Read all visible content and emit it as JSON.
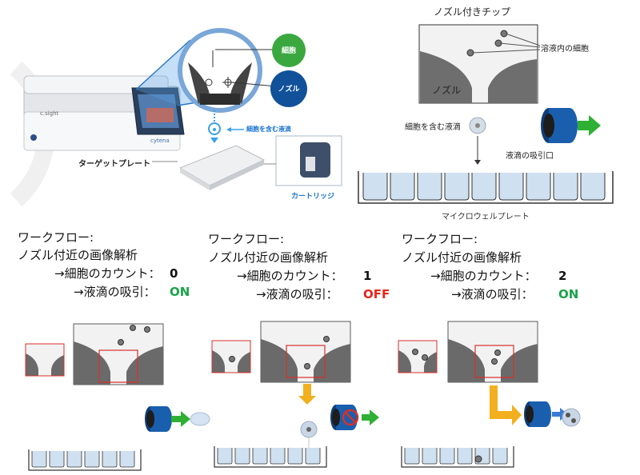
{
  "instrument": {
    "brand_label": "c.sight",
    "logo_label": "cytena",
    "bubble_cell": "細胞",
    "bubble_nozzle": "ノズル",
    "droplet_label": "細胞を含む液滴",
    "target_plate_label": "ターゲットプレート",
    "cartridge_label": "カートリッジ"
  },
  "chip_panel": {
    "title": "ノズル付きチップ",
    "cells_in_solution": "溶液内の細胞",
    "nozzle": "ノズル",
    "droplet_with_cell": "細胞を含む液滴",
    "suction_port": "液滴の吸引口",
    "microwell_plate": "マイクロウェルプレート"
  },
  "workflows": [
    {
      "header": "ワークフロー:",
      "subheader": "ノズル付近の画像解析",
      "count_label": "→細胞のカウント：",
      "count_value": "0",
      "suction_label": "→液滴の吸引：",
      "suction_value": "ON",
      "suction_color": "#1aa34a"
    },
    {
      "header": "ワークフロー:",
      "subheader": "ノズル付近の画像解析",
      "count_label": "→細胞のカウント：",
      "count_value": "1",
      "suction_label": "→液滴の吸引：",
      "suction_value": "OFF",
      "suction_color": "#e8261c"
    },
    {
      "header": "ワークフロー:",
      "subheader": "ノズル付近の画像解析",
      "count_label": "→細胞のカウント：",
      "count_value": "2",
      "suction_label": "→液滴の吸引：",
      "suction_value": "ON",
      "suction_color": "#1aa34a"
    }
  ],
  "colors": {
    "green_bubble": "#3aa83f",
    "blue_bubble": "#10519a",
    "port_blue": "#1a5fae",
    "arrow_green": "#2eb034",
    "arrow_orange": "#f2b01e",
    "nozzle_gray": "#6a6a6a",
    "well_blue": "#cfe0f0"
  }
}
